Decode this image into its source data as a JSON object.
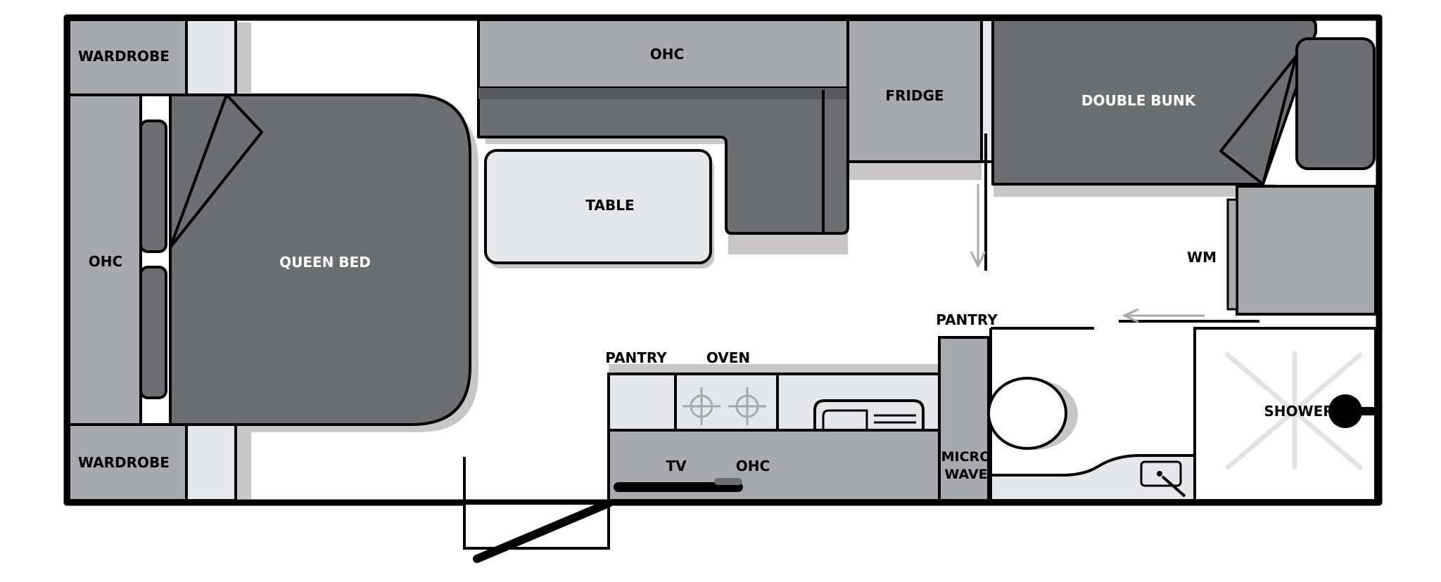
{
  "labels": {
    "wardrobe_top": "WARDROBE",
    "wardrobe_bottom": "WARDROBE",
    "ohc_left": "OHC",
    "queen_bed": "QUEEN BED",
    "ohc_top": "OHC",
    "table": "TABLE",
    "fridge": "FRIDGE",
    "double_bunk": "DOUBLE BUNK",
    "wm": "WM",
    "pantry_right": "PANTRY",
    "pantry_kitchen": "PANTRY",
    "oven": "OVEN",
    "tv": "TV",
    "ohc_kitchen": "OHC",
    "micro": "MICRO",
    "wave": "WAVE",
    "shower": "SHOWER"
  },
  "colors": {
    "outline": "#000000",
    "dark_fill": "#6d6e71",
    "mid_fill": "#a7a9ac",
    "light_fill": "#e6e7e8",
    "shadow": "#c8c6c6",
    "arrow": "#a7a9ac",
    "shower_cross": "#e3e3e3",
    "background": "#ffffff"
  }
}
